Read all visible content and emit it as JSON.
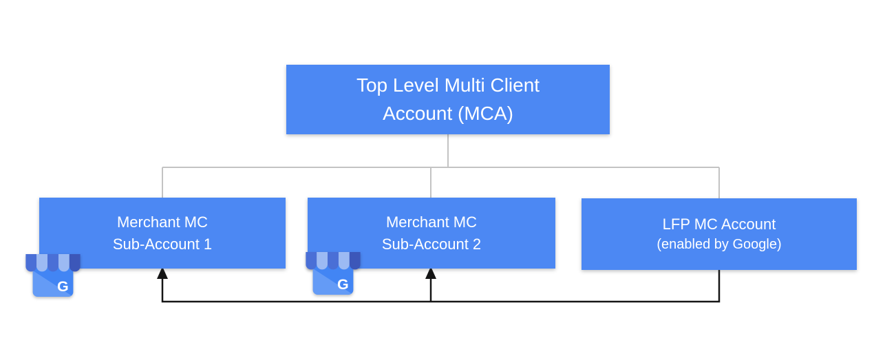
{
  "colors": {
    "canvas_bg": "#ffffff",
    "node_fill": "#4c88f3",
    "node_text": "#ffffff",
    "tree_line": "#c3c3c3",
    "arrow_line": "#151515",
    "icon_body": "#4285f4",
    "icon_stripe_dark": "#4a6fd6",
    "icon_stripe_light": "#9cbaf3",
    "icon_stripe_darkest": "#3c57b9"
  },
  "nodes": {
    "mca": {
      "line1": "Top Level Multi Client",
      "line2": "Account (MCA)"
    },
    "sub1": {
      "line1": "Merchant MC",
      "line2": "Sub-Account 1"
    },
    "sub2": {
      "line1": "Merchant MC",
      "line2": "Sub-Account 2"
    },
    "lfp": {
      "line1": "LFP MC Account",
      "line2": "(enabled by Google)"
    }
  },
  "icons": {
    "storefront_letter": "G"
  }
}
